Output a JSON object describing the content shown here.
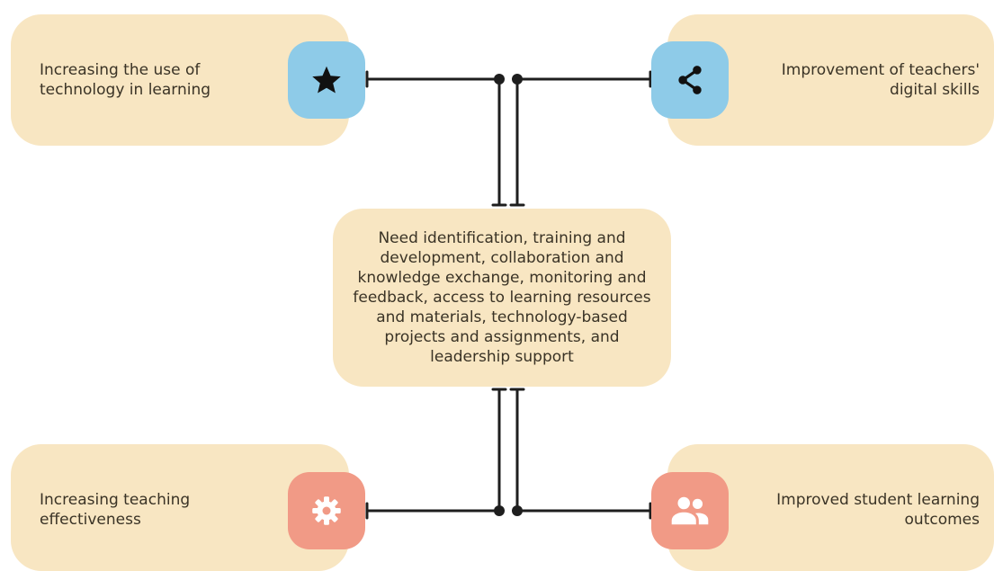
{
  "nodes": {
    "top_left": "Increasing the use of technology in learning",
    "top_right": "Improvement of teachers' digital skills",
    "center": "Need identification, training and development, collaboration and knowledge exchange, monitoring and feedback, access to learning resources and materials, technology-based projects and assignments, and leadership support",
    "bottom_left": "Increasing teaching effectiveness",
    "bottom_right": "Improved student learning outcomes"
  },
  "icons": {
    "top_left": "star-icon",
    "top_right": "share-icon",
    "bottom_left": "gear-icon",
    "bottom_right": "people-icon"
  },
  "colors": {
    "card": "#f8e6c2",
    "badge_top": "#8ecbe8",
    "badge_bottom": "#f19a86",
    "connector": "#1e1e1e"
  }
}
